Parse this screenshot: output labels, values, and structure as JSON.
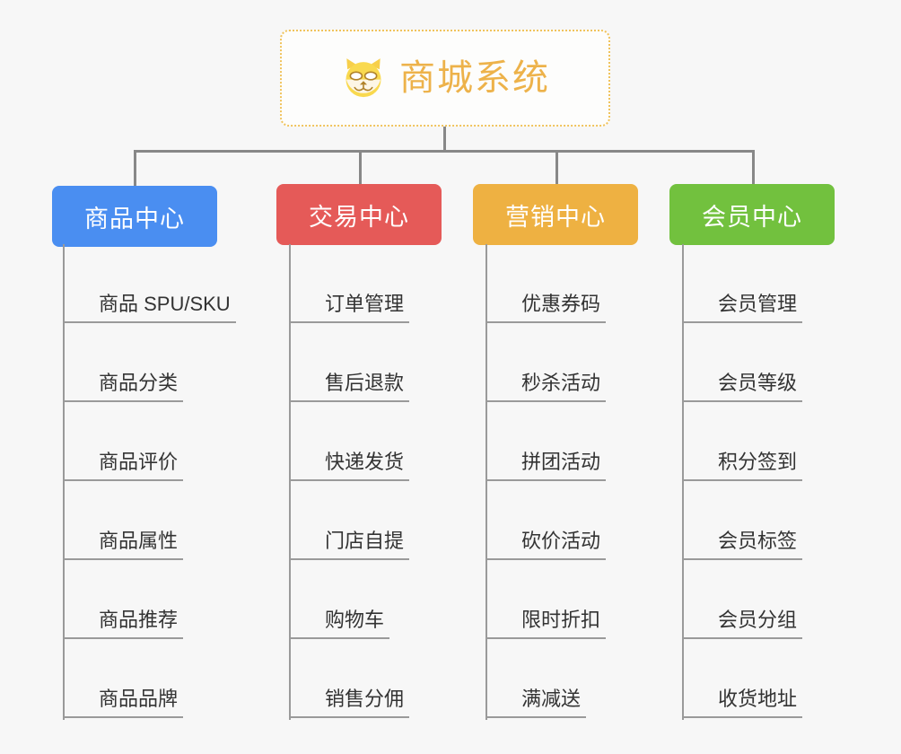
{
  "background_color": "#f7f7f7",
  "root": {
    "title": "商城系统",
    "icon": "shiba-dog-icon",
    "text_color": "#edb24a",
    "border_color": "#f0c35c"
  },
  "branches": [
    {
      "label": "商品中心",
      "color": "#4a8ef1",
      "items": [
        "商品 SPU/SKU",
        "商品分类",
        "商品评价",
        "商品属性",
        "商品推荐",
        "商品品牌"
      ]
    },
    {
      "label": "交易中心",
      "color": "#e55a58",
      "items": [
        "订单管理",
        "售后退款",
        "快递发货",
        "门店自提",
        "购物车",
        "销售分佣"
      ]
    },
    {
      "label": "营销中心",
      "color": "#eeb142",
      "items": [
        "优惠券码",
        "秒杀活动",
        "拼团活动",
        "砍价活动",
        "限时折扣",
        "满减送"
      ]
    },
    {
      "label": "会员中心",
      "color": "#72c13e",
      "items": [
        "会员管理",
        "会员等级",
        "积分签到",
        "会员标签",
        "会员分组",
        "收货地址"
      ]
    }
  ]
}
